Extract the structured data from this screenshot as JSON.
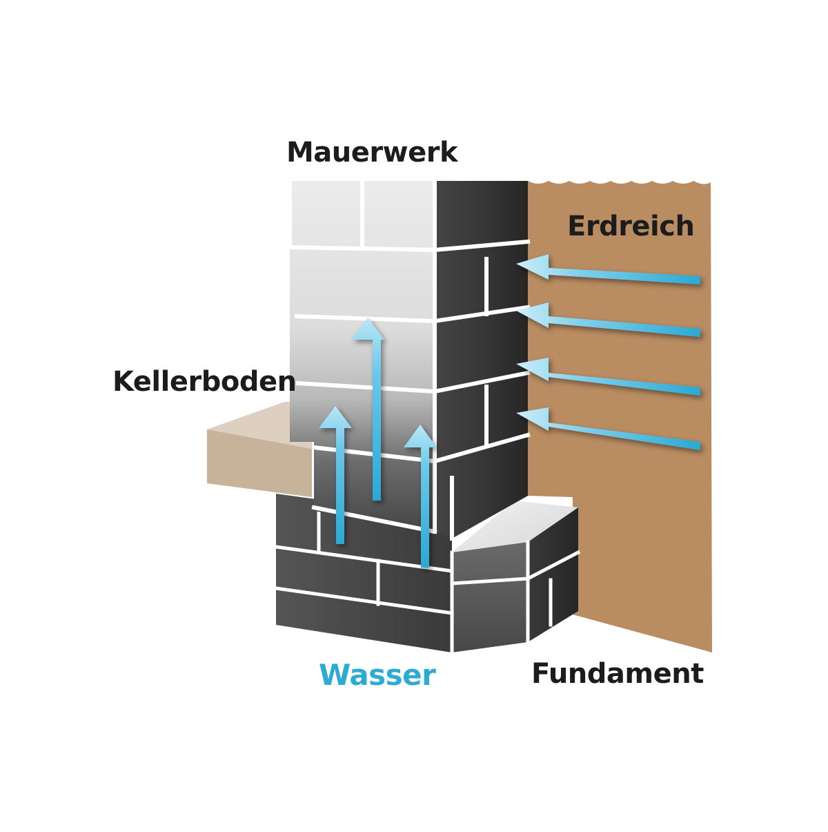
{
  "labels": {
    "masonry": "Mauerwerk",
    "soil": "Erdreich",
    "basement_floor": "Kellerboden",
    "water": "Wasser",
    "foundation": "Fundament"
  },
  "colors": {
    "soil": "#b98c62",
    "floor_top": "#ddd0c0",
    "floor_side": "#c7b39a",
    "brick_dark": "#3c3c3c",
    "brick_light": "#e8e8e8",
    "mortar": "#ffffff",
    "water": "#2eabd3",
    "water_light": "#8fd6ee",
    "text": "#1c1c1c"
  }
}
